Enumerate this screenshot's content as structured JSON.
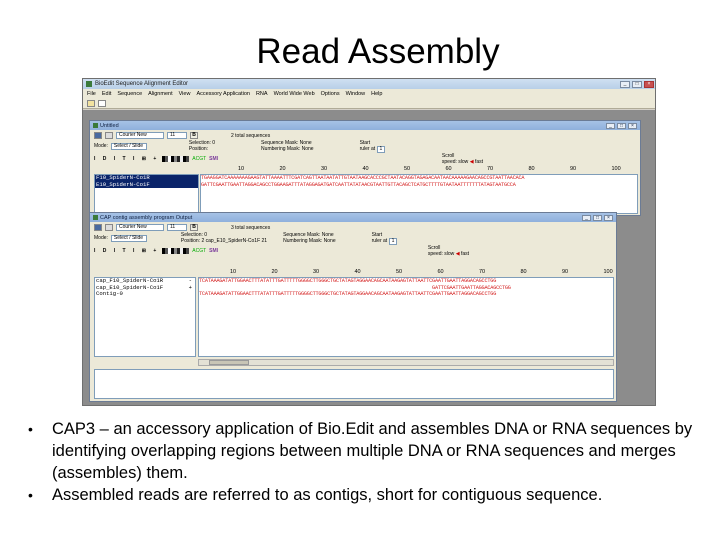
{
  "slide": {
    "title": "Read Assembly",
    "bullets": [
      "CAP3 – an accessory application of Bio.Edit and assembles DNA or RNA sequences by identifying overlapping regions between multiple DNA or RNA sequences and merges (assembles) them.",
      "Assembled reads are referred to as contigs, short for contiguous sequence."
    ]
  },
  "app": {
    "title": "BioEdit Sequence Alignment Editor",
    "menu": [
      "File",
      "Edit",
      "Sequence",
      "Alignment",
      "View",
      "Accessory Application",
      "RNA",
      "World Wide Web",
      "Options",
      "Window",
      "Help"
    ]
  },
  "window1": {
    "title": "Untitled",
    "font": "Courier New",
    "font_size": "11",
    "bold": "B",
    "seq_count": "2 total sequences",
    "mode_label": "Mode:",
    "mode_value": "Select / Slide",
    "selection_label": "Selection: 0",
    "position_label": "Position:",
    "seq_mask": "Sequence Mask: None",
    "num_mask": "Numbering Mask: None",
    "start_label": "Start",
    "ruler_label": "ruler at",
    "ruler_value": "1",
    "scroll_label": "Scroll",
    "speed_label": "speed: slow",
    "fast_label": "fast",
    "names": [
      "F10_SpiderN-Co1R",
      "E10_SpiderN-Co1F"
    ],
    "ruler": [
      "10",
      "20",
      "30",
      "40",
      "50",
      "60",
      "70",
      "80",
      "90",
      "100"
    ],
    "sequences": [
      "TGAAGGATCAAAAAAAGAAGTATTAAAATTTCGATCAGTTAATAATATTGTAATAAGCACCCGCTAATACAGGTAGAGACAATAACAAAAAGAACAGCCGTAATTAACACA",
      "GATTCGAATTGAATTAGGACAGCCTGGAAGATTTATAGGAGATGATCAATTATATAACGTAATTGTTACAGCTCATGCTTTTGTAATAATTTTTTTATAGTAATGCCA"
    ]
  },
  "window2": {
    "title": "CAP contig assembly program Output",
    "font": "Courier New",
    "font_size": "11",
    "bold": "B",
    "seq_count": "3 total sequences",
    "mode_label": "Mode:",
    "mode_value": "Select / Slide",
    "selection_label": "Selection: 0",
    "position_label": "Position: 2 cap_E10_SpiderN-Co1F 21",
    "seq_mask": "Sequence Mask: None",
    "num_mask": "Numbering Mask: None",
    "start_label": "Start",
    "ruler_label": "ruler at",
    "ruler_value": "1",
    "scroll_label": "Scroll",
    "speed_label": "speed: slow",
    "fast_label": "fast",
    "names": [
      "cap_F10_SpiderN-Co1R",
      "cap_E10_SpiderN-Co1F",
      "Contig-0"
    ],
    "strands": [
      "-",
      "+",
      ""
    ],
    "ruler": [
      "10",
      "20",
      "30",
      "40",
      "50",
      "60",
      "70",
      "80",
      "90",
      "100"
    ],
    "sequences": [
      "TCATAAAGATATTGGAACTTTATATTTGATTTTTGGGGCTTGGGCTGCTATAGTAGGAACAGCAATAAGAGTATTAATTCGAATTGAATTAGGACAGCCTGG",
      "                                                                                GATTCGAATTGAATTAGGACAGCCTGG",
      "TCATAAAGATATTGGAACTTTATATTTGATTTTTGGGGCTTGGGCTGCTATAGTAGGAACAGCAATAAGAGTATTAATTCGAATTGAATTAGGACAGCCTGG"
    ]
  },
  "colors": {
    "selection": "#0a246a",
    "sequence_text": "#d42020",
    "title_bar": "#8fb0dc"
  }
}
